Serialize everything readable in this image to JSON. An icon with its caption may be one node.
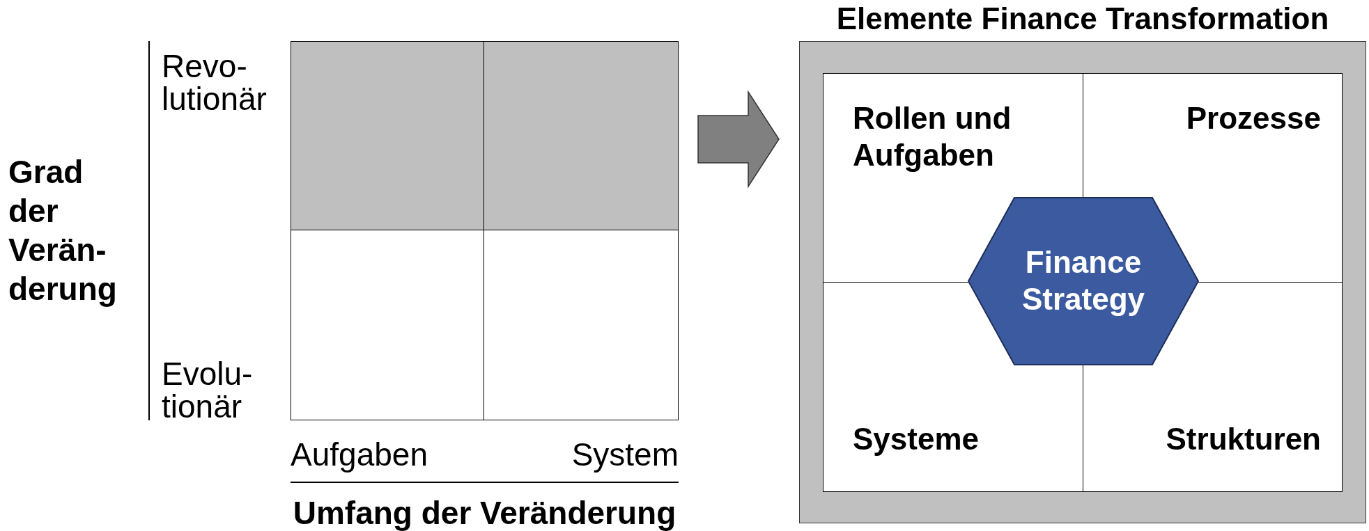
{
  "diagram": {
    "nodes": [
      {
        "text": [],
        "shape": "box"
      },
      {
        "text": [
          "Elemente Finance Transformation"
        ]
      },
      {
        "text": [
          "Rollen und Aufgaben"
        ],
        "in": 1
      },
      {
        "text": [
          "Prozesse"
        ],
        "in": 1
      },
      {
        "text": [
          "Systeme"
        ],
        "in": 1
      },
      {
        "text": [
          "Strukturen"
        ],
        "in": 1
      },
      {
        "text": [
          "Finance Strategy"
        ],
        "in": 1
      }
    ],
    "edges": [
      {
        "from": 0,
        "to": 1,
        "arrow": "to"
      }
    ],
    "labels": [
      "Grad der Verän- derung",
      "Revo- lutionär",
      "Evolu- tionär",
      "Aufgaben",
      "System",
      "Umfang der Veränderung"
    ]
  }
}
